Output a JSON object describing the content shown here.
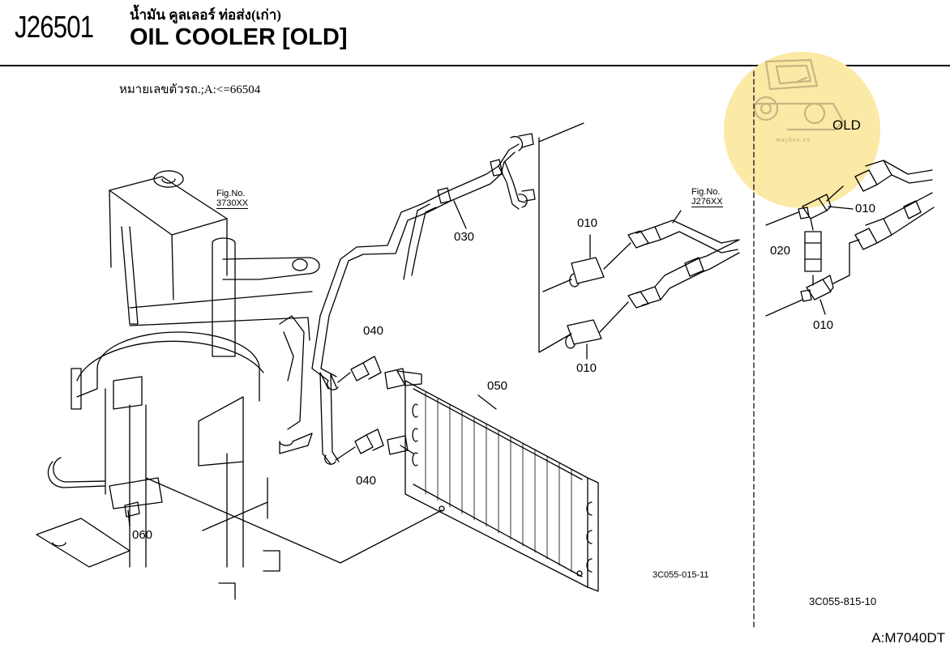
{
  "header": {
    "part_code": "J26501",
    "title_thai": "น้ำมัน คูลเลอร์ ท่อส่ง(เก่า)",
    "title_en": "OIL COOLER [OLD]",
    "serial_note": "หมายเลขตัวรถ.;A:<=66504"
  },
  "badge": {
    "label": "OLD",
    "site": "maykeo.vn",
    "icon": "tractor-icon"
  },
  "callouts": {
    "p030": "030",
    "p040a": "040",
    "p040b": "040",
    "p050": "050",
    "p060": "060",
    "p010a": "010",
    "p010b": "010",
    "p010c": "010",
    "p010d": "010",
    "p020": "020"
  },
  "figure_refs": {
    "left": {
      "label": "Fig.No.",
      "number": "3730XX"
    },
    "right": {
      "label": "Fig.No.",
      "number": "J276XX"
    }
  },
  "drawing_codes": {
    "main": "3C055-015-11",
    "inset": "3C055-815-10"
  },
  "footer": {
    "model": "A:M7040DT"
  }
}
